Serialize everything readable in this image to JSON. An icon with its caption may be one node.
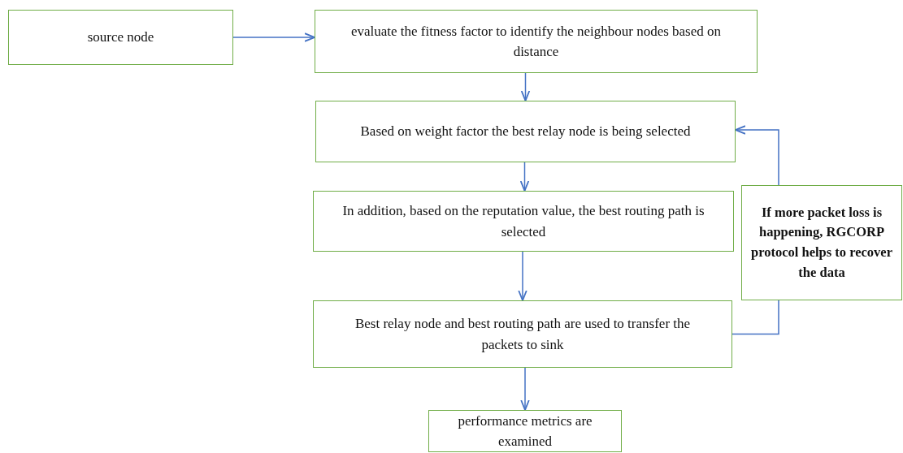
{
  "diagram": {
    "nodes": [
      {
        "text": [
          "source node"
        ]
      },
      {
        "text": [
          "evaluate the fitness factor to identify the neighbour nodes based on distance"
        ]
      },
      {
        "text": [
          "Based on weight factor the best relay node is being selected"
        ]
      },
      {
        "text": [
          "In addition, based on the reputation value, the best routing path is selected"
        ]
      },
      {
        "text": [
          "Best relay node and best routing path are used to transfer the packets to sink"
        ]
      },
      {
        "text": [
          "If more packet loss is happening, RGCORP protocol helps to recover the data"
        ]
      },
      {
        "text": [
          "performance metrics are examined"
        ]
      }
    ],
    "edges": [
      {
        "from": 0,
        "to": 1,
        "arrow": "to"
      },
      {
        "from": 1,
        "to": 2,
        "arrow": "to"
      },
      {
        "from": 2,
        "to": 3,
        "arrow": "to"
      },
      {
        "from": 3,
        "to": 4,
        "arrow": "to"
      },
      {
        "from": 4,
        "to": 6,
        "arrow": "to"
      },
      {
        "from": 4,
        "to": 5,
        "arrow": "none"
      },
      {
        "from": 5,
        "to": 2,
        "arrow": "to"
      }
    ]
  }
}
